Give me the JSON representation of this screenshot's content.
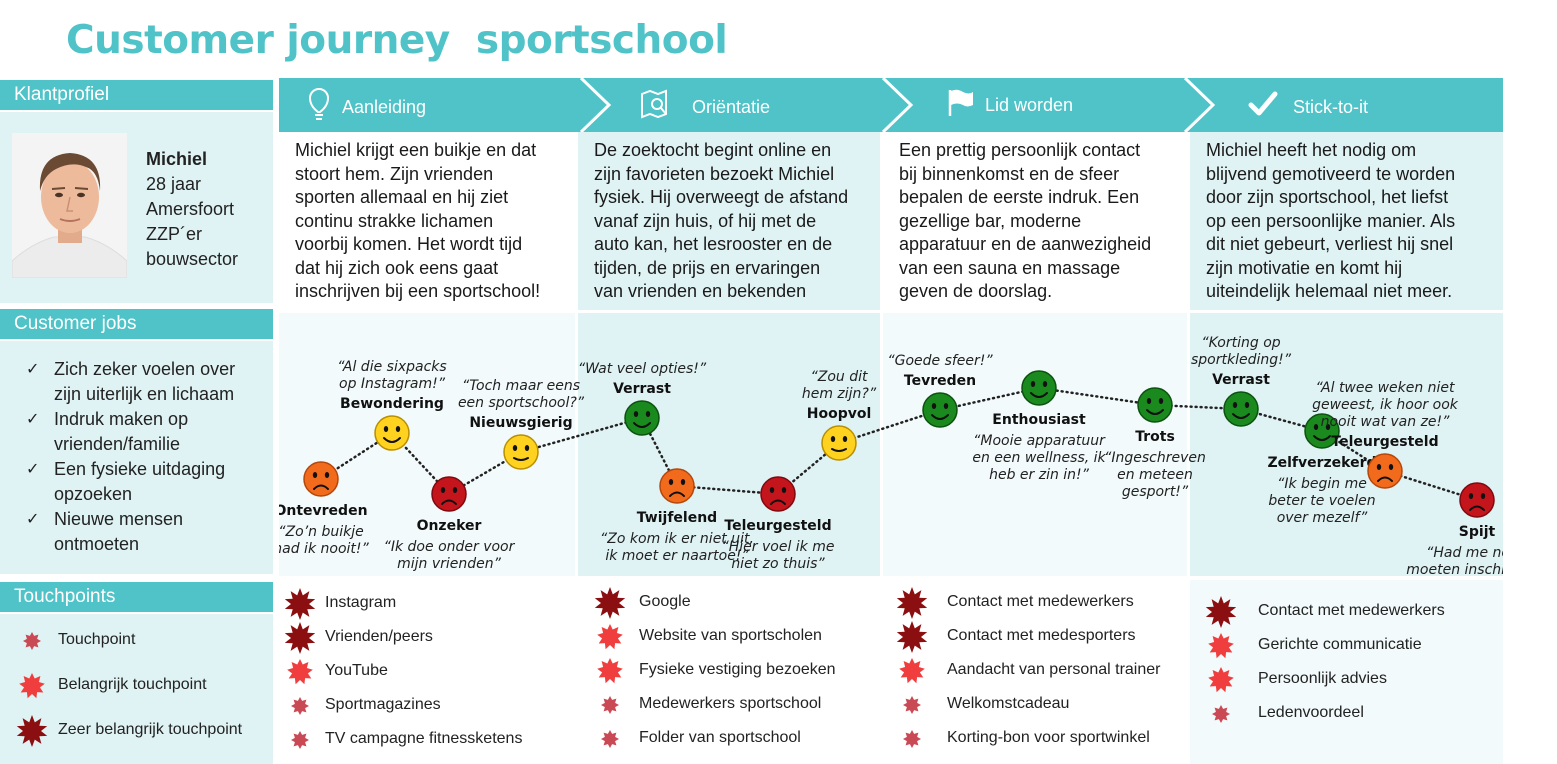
{
  "title": "Customer journey  sportschool",
  "profile": {
    "header": "Klantprofiel",
    "name": "Michiel",
    "lines": [
      "28 jaar",
      "Amersfoort",
      "ZZP´er",
      "bouwsector"
    ]
  },
  "jobs": {
    "header": "Customer jobs",
    "items": [
      [
        "Zich zeker voelen over",
        "zijn uiterlijk en lichaam"
      ],
      [
        "Indruk maken op",
        "vrienden/familie"
      ],
      [
        "Een fysieke uitdaging",
        "opzoeken"
      ],
      [
        "Nieuwe mensen",
        "ontmoeten"
      ]
    ]
  },
  "touchpoints_legend": {
    "header": "Touchpoints",
    "items": [
      {
        "label": "Touchpoint",
        "level": 1
      },
      {
        "label": "Belangrijk touchpoint",
        "level": 2
      },
      {
        "label": "Zeer belangrijk touchpoint",
        "level": 3
      }
    ]
  },
  "colors": {
    "teal": "#4fc3c8",
    "panel": "#dff2f4",
    "panel_alt": "#f2fafb",
    "tp1": "#c94a55",
    "tp2": "#f03e3e",
    "tp3": "#8b0e10"
  },
  "stages": [
    {
      "label": "Aanleiding",
      "icon": "lightbulb-icon",
      "desc": [
        "Michiel krijgt een buikje en dat",
        "stoort hem. Zijn vrienden",
        "sporten allemaal en hij ziet",
        "continu strakke lichamen",
        "voorbij komen. Het wordt tijd",
        "dat hij zich ook eens gaat",
        "inschrijven bij een sportschool!"
      ],
      "touchpoints": [
        {
          "label": "Instagram",
          "level": 3
        },
        {
          "label": "Vrienden/peers",
          "level": 3
        },
        {
          "label": "YouTube",
          "level": 2
        },
        {
          "label": "Sportmagazines",
          "level": 1
        },
        {
          "label": "TV campagne fitnessketens",
          "level": 1
        }
      ]
    },
    {
      "label": "Oriëntatie",
      "icon": "map-search-icon",
      "desc": [
        "De zoektocht begint online en",
        "zijn favorieten bezoekt Michiel",
        "fysiek. Hij overweegt de afstand",
        "vanaf zijn huis, of hij met de",
        "auto kan, het lesrooster en de",
        "tijden, de prijs en ervaringen",
        "van vrienden en bekenden"
      ],
      "touchpoints": [
        {
          "label": "Google",
          "level": 3
        },
        {
          "label": "Website van sportscholen",
          "level": 2
        },
        {
          "label": "Fysieke vestiging bezoeken",
          "level": 2
        },
        {
          "label": "Medewerkers sportschool",
          "level": 1
        },
        {
          "label": "Folder van sportschool",
          "level": 1
        }
      ]
    },
    {
      "label": "Lid worden",
      "icon": "flag-icon",
      "desc": [
        "Een prettig persoonlijk contact",
        "bij binnenkomst en de sfeer",
        "bepalen de eerste indruk. Een",
        "gezellige bar, moderne",
        "apparatuur en de aanwezigheid",
        "van een sauna en massage",
        "geven de doorslag."
      ],
      "touchpoints": [
        {
          "label": "Contact met medewerkers",
          "level": 3
        },
        {
          "label": "Contact met medesporters",
          "level": 3
        },
        {
          "label": "Aandacht van personal trainer",
          "level": 2
        },
        {
          "label": "Welkomstcadeau",
          "level": 1
        },
        {
          "label": "Korting-bon voor sportwinkel",
          "level": 1
        }
      ]
    },
    {
      "label": "Stick-to-it",
      "icon": "checkmark-icon",
      "desc": [
        "Michiel heeft het nodig om",
        "blijvend gemotiveerd te worden",
        "door zijn sportschool, het liefst",
        "op een persoonlijke manier. Als",
        "dit niet gebeurt, verliest hij snel",
        "zijn motivatie en komt hij",
        "uiteindelijk helemaal niet meer."
      ],
      "touchpoints": [
        {
          "label": "Contact met medewerkers",
          "level": 3
        },
        {
          "label": "Gerichte communicatie",
          "level": 2
        },
        {
          "label": "Persoonlijk advies",
          "level": 2
        },
        {
          "label": "Ledenvoordeel",
          "level": 1
        }
      ]
    }
  ],
  "emotions": [
    {
      "label": "Ontevreden",
      "level": 0.38,
      "mood": "orange",
      "quote": [
        "“Zo’n buikje",
        "had ik nooit!”"
      ],
      "pos": "below"
    },
    {
      "label": "Bewondering",
      "level": 0.62,
      "mood": "yellow",
      "quote": [
        "“Al die sixpacks",
        "op Instagram!”"
      ],
      "pos": "above"
    },
    {
      "label": "Onzeker",
      "level": 0.3,
      "mood": "red",
      "quote": [
        "“Ik doe onder voor",
        "mijn vrienden”"
      ],
      "pos": "below"
    },
    {
      "label": "Nieuwsgierig",
      "level": 0.52,
      "mood": "yellow",
      "quote": [
        "“Toch maar eens",
        "een sportschool?”"
      ],
      "pos": "above"
    },
    {
      "label": "Verrast",
      "level": 0.7,
      "mood": "green",
      "quote": [
        "“Wat veel opties!”"
      ],
      "pos": "above"
    },
    {
      "label": "Twijfelend",
      "level": 0.34,
      "mood": "orange",
      "quote": [
        "“Zo kom ik er niet uit,",
        "ik moet er naartoe!”"
      ],
      "pos": "below"
    },
    {
      "label": "Teleurgesteld",
      "level": 0.3,
      "mood": "red",
      "quote": [
        "“Hier voel ik me",
        "niet zo thuis”"
      ],
      "pos": "below"
    },
    {
      "label": "Hoopvol",
      "level": 0.57,
      "mood": "yellow",
      "quote": [
        "“Zou dit",
        "hem zijn?”"
      ],
      "pos": "above"
    },
    {
      "label": "Tevreden",
      "level": 0.74,
      "mood": "green",
      "quote": [
        "“Goede sfeer!”"
      ],
      "pos": "above"
    },
    {
      "label": "Enthousiast",
      "level": 0.86,
      "mood": "green",
      "quote": [
        "“Mooie apparatuur",
        "en een wellness, ik",
        "heb er zin in!”"
      ],
      "pos": "below"
    },
    {
      "label": "Trots",
      "level": 0.77,
      "mood": "green",
      "quote": [
        "“Ingeschreven",
        "en meteen",
        "gesport!”"
      ],
      "pos": "below"
    },
    {
      "label": "Verrast",
      "level": 0.75,
      "mood": "green",
      "quote": [
        "“Korting op",
        "sportkleding!”"
      ],
      "pos": "above"
    },
    {
      "label": "Zelfverzekerd",
      "level": 0.63,
      "mood": "green",
      "quote": [
        "“Ik begin me",
        "beter te voelen",
        "over mezelf”"
      ],
      "pos": "below"
    },
    {
      "label": "Teleurgesteld",
      "level": 0.42,
      "mood": "orange",
      "quote": [
        "“Al twee weken niet",
        "geweest, ik hoor ook",
        "nooit wat van ze!”"
      ],
      "pos": "above"
    },
    {
      "label": "Spijt",
      "level": 0.27,
      "mood": "red",
      "quote": [
        "“Had me nooit",
        "moeten inschrijven”"
      ],
      "pos": "below"
    }
  ]
}
